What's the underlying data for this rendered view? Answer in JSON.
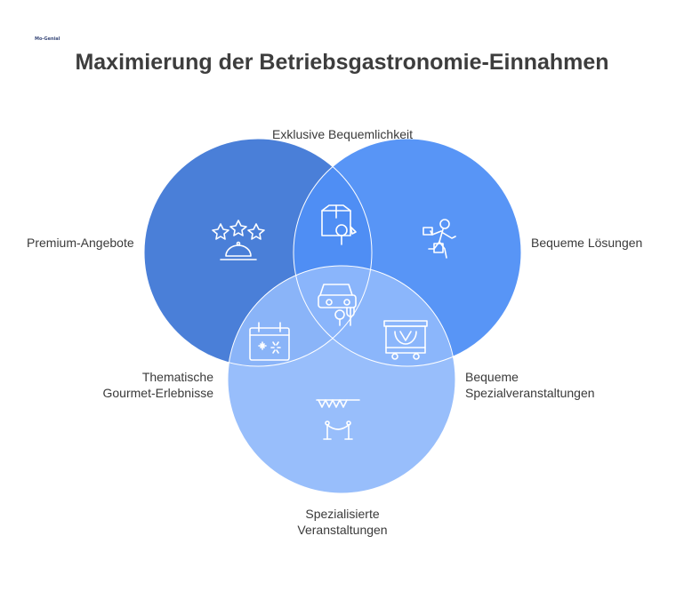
{
  "logo": {
    "text": "Mo-Genial"
  },
  "title": "Maximierung der Betriebsgastronomie-Einnahmen",
  "colors": {
    "circle_left": "#4a7fd8",
    "circle_right": "#4f8ff5",
    "circle_bottom": "#8fb8fb",
    "outline": "#ffffff"
  },
  "labels": {
    "top": "Exklusive Bequemlichkeit",
    "left": "Premium-Angebote",
    "right": "Bequeme Lösungen",
    "bottom_left": [
      "Thematische",
      "Gourmet-Erlebnisse"
    ],
    "bottom_right": [
      "Bequeme",
      "Spezialveranstaltungen"
    ],
    "bottom": [
      "Spezialisierte",
      "Veranstaltungen"
    ]
  },
  "icons": {
    "left": "stars-cloche-icon",
    "right": "delivery-person-icon",
    "top_overlap": "box-pin-icon",
    "center": "car-fork-icon",
    "bottom_left_overlap": "calendar-fireworks-icon",
    "bottom_right_overlap": "food-truck-icon",
    "bottom": "bunting-rope-icon"
  }
}
